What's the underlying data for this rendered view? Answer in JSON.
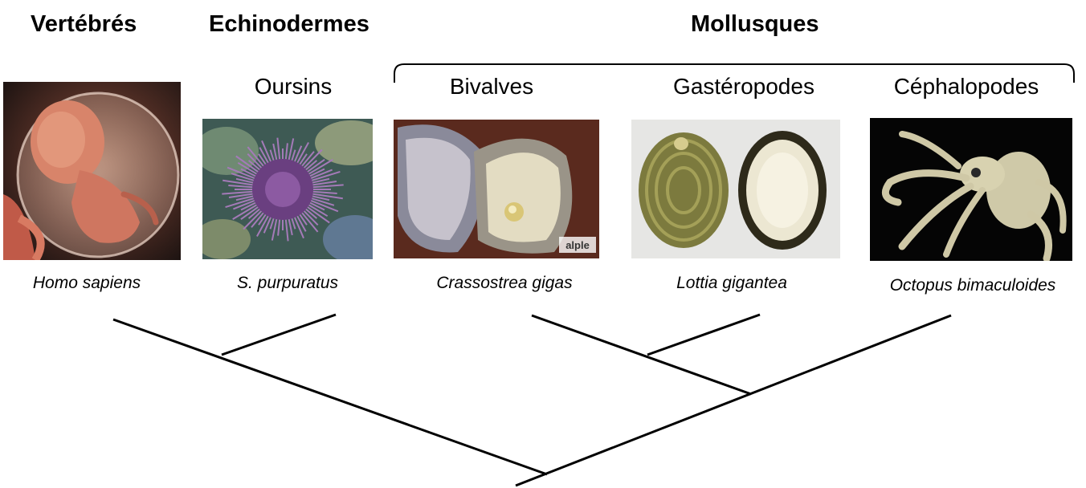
{
  "groups": {
    "vertebres": "Vertébrés",
    "echinodermes": "Echinodermes",
    "mollusques": "Mollusques"
  },
  "subgroups": {
    "oursins": "Oursins",
    "bivalves": "Bivalves",
    "gasteropodes": "Gastéropodes",
    "cephalopodes": "Céphalopodes"
  },
  "species": {
    "homo": "Homo sapiens",
    "purpuratus": "S. purpuratus",
    "crassostrea": "Crassostrea gigas",
    "lottia": "Lottia gigantea",
    "octopus": "Octopus bimaculoides"
  },
  "photos": {
    "watermark": "alple"
  }
}
